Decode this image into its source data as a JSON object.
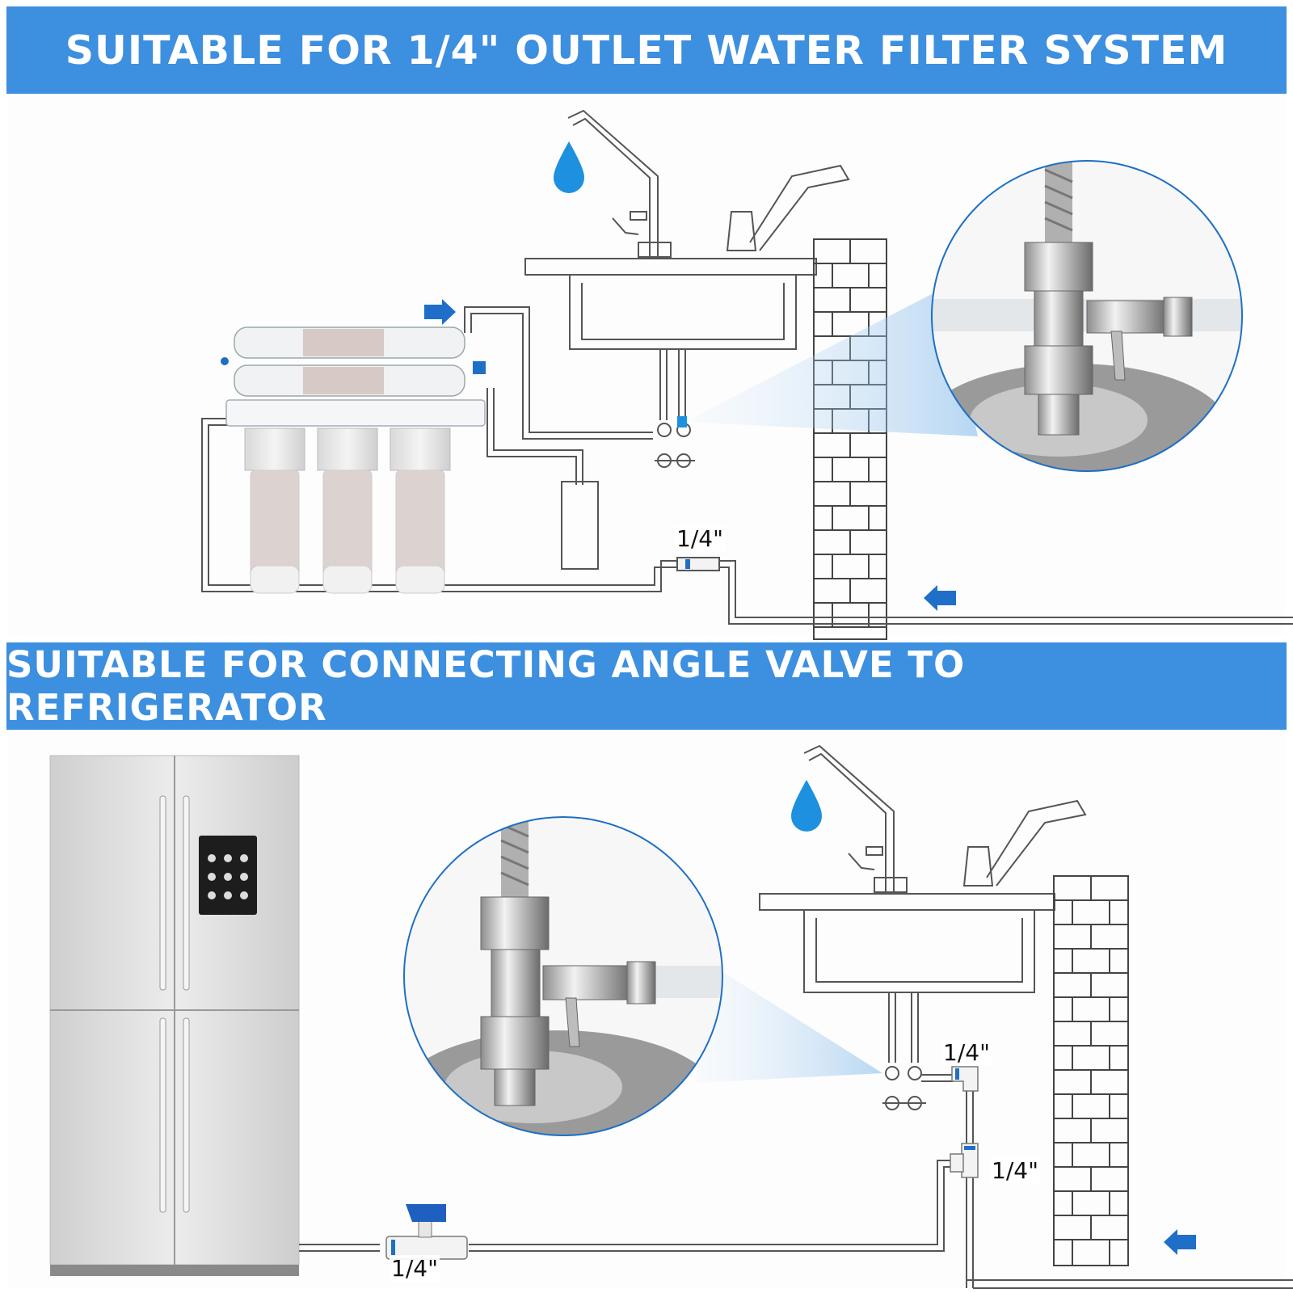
{
  "banners": {
    "top": "SUITABLE FOR 1/4\" OUTLET WATER FILTER SYSTEM",
    "bottom": "SUITABLE FOR CONNECTING ANGLE VALVE TO REFRIGERATOR"
  },
  "labels": {
    "top_fitting": "1/4\"",
    "bottom_elbow": "1/4\"",
    "bottom_tee": "1/4\"",
    "bottom_ball_valve": "1/4\""
  },
  "colors": {
    "banner": "#3d8fdf",
    "accent_blue": "#1f6fc9",
    "water_drop": "#1e90e0",
    "line": "#555555"
  }
}
